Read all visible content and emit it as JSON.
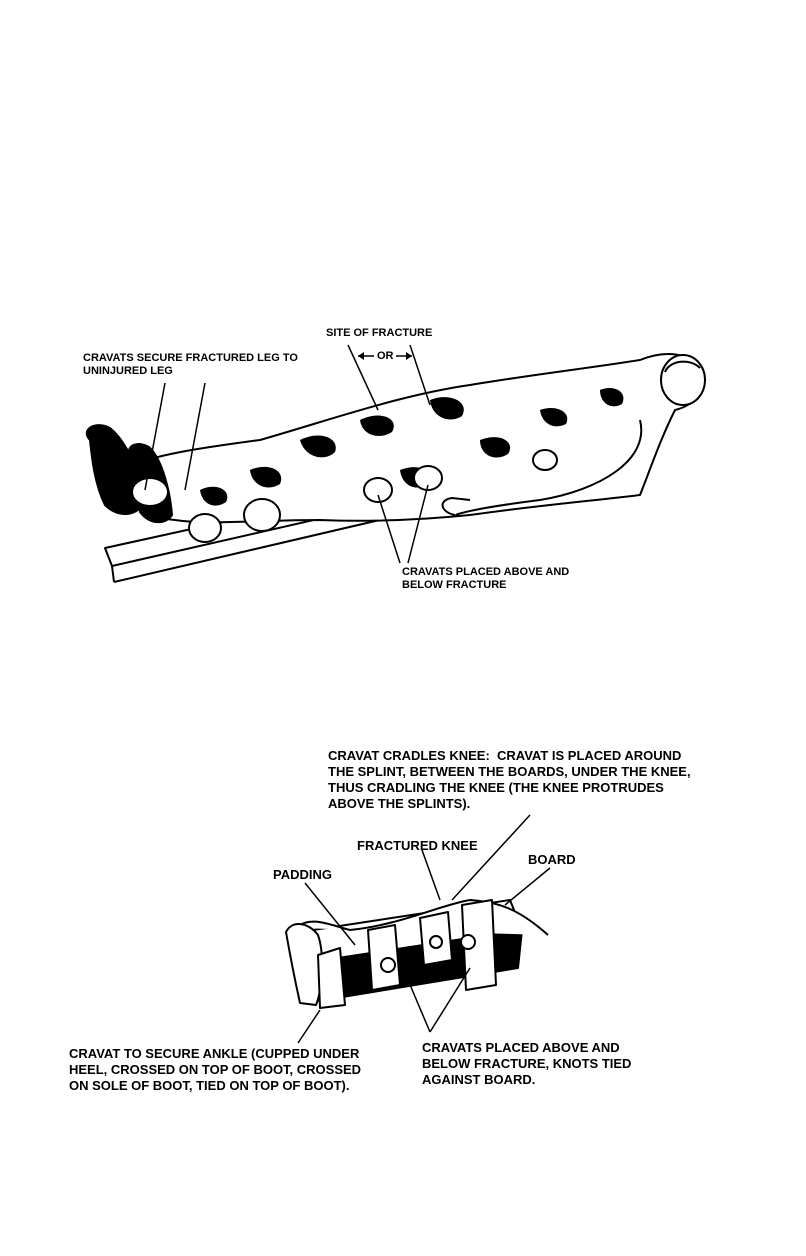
{
  "figure_top": {
    "site_of_fracture": "SITE OF FRACTURE",
    "or": "OR",
    "cravats_secure": "CRAVATS SECURE FRACTURED LEG TO\nUNINJURED LEG",
    "cravats_above_below": "CRAVATS PLACED ABOVE AND\nBELOW FRACTURE"
  },
  "figure_bottom": {
    "cravat_cradles_knee": "CRAVAT CRADLES KNEE:  CRAVAT IS PLACED AROUND\nTHE SPLINT, BETWEEN THE BOARDS, UNDER THE KNEE,\nTHUS CRADLING THE KNEE (THE KNEE PROTRUDES\nABOVE THE SPLINTS).",
    "fractured_knee": "FRACTURED KNEE",
    "board": "BOARD",
    "padding": "PADDING",
    "cravat_secure_ankle": "CRAVAT TO SECURE ANKLE (CUPPED UNDER\nHEEL, CROSSED ON TOP OF BOOT, CROSSED\nON SOLE OF BOOT, TIED ON TOP OF BOOT).",
    "cravats_above_below_knots": "CRAVATS PLACED ABOVE AND\nBELOW FRACTURE, KNOTS TIED\nAGAINST BOARD."
  },
  "colors": {
    "ink": "#000000",
    "paper": "#ffffff"
  }
}
